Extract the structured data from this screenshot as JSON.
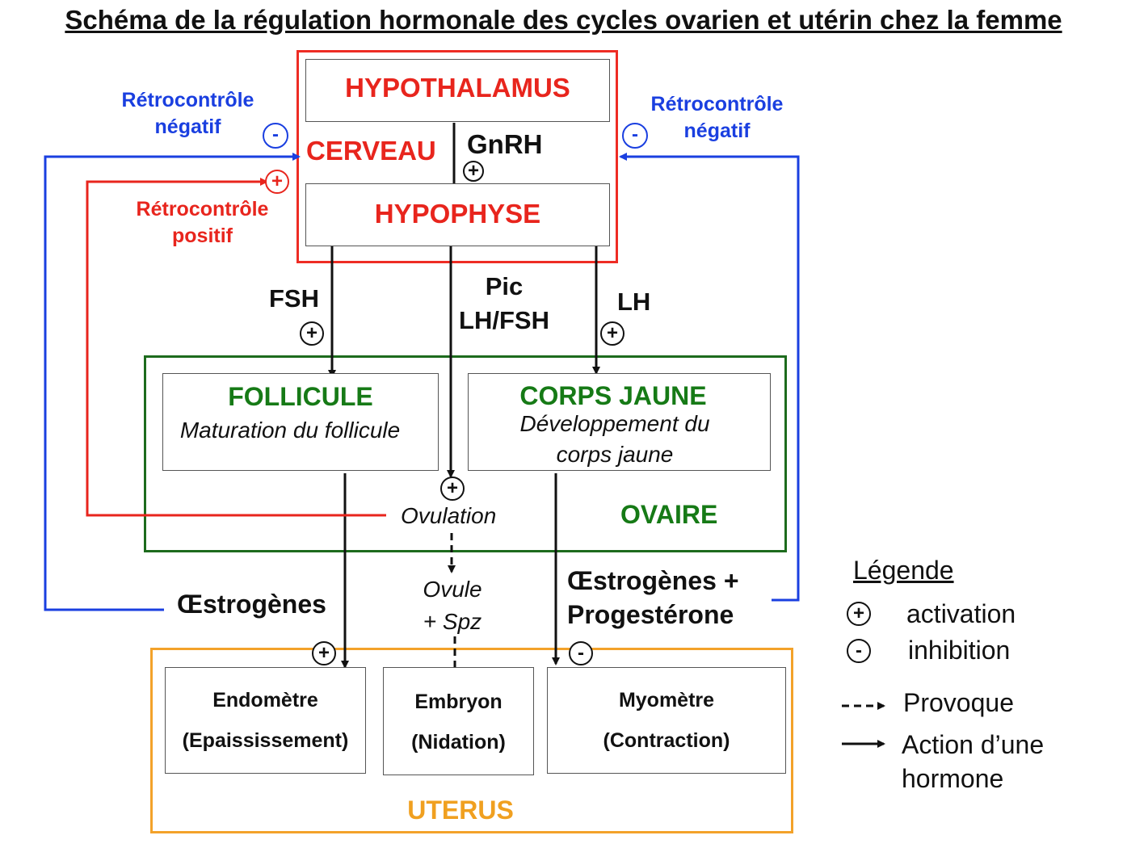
{
  "title": "Schéma de la régulation hormonale des cycles ovarien et utérin chez la femme",
  "brain": {
    "hypothalamus": "HYPOTHALAMUS",
    "cerveau": "CERVEAU",
    "gnrh": "GnRH",
    "hypophyse": "HYPOPHYSE"
  },
  "feedback": {
    "neg_left_line1": "Rétrocontrôle",
    "neg_left_line2": "négatif",
    "neg_right_line1": "Rétrocontrôle",
    "neg_right_line2": "négatif",
    "pos_line1": "Rétrocontrôle",
    "pos_line2": "positif"
  },
  "hormones": {
    "fsh": "FSH",
    "pic_line1": "Pic",
    "pic_line2": "LH/FSH",
    "lh": "LH",
    "oestrogenes": "Œstrogènes",
    "oestro_prog_line1": "Œstrogènes +",
    "oestro_prog_line2": "Progestérone"
  },
  "ovaire": {
    "label": "OVAIRE",
    "follicule_title": "FOLLICULE",
    "follicule_desc": "Maturation du follicule",
    "corps_jaune_title": "CORPS JAUNE",
    "corps_jaune_desc_line1": "Développement du",
    "corps_jaune_desc_line2": "corps jaune",
    "ovulation": "Ovulation"
  },
  "ovule": {
    "line1": "Ovule",
    "line2": "+ Spz"
  },
  "uterus": {
    "label": "UTERUS",
    "endometre_line1": "Endomètre",
    "endometre_line2": "(Epaississement)",
    "embryon_line1": "Embryon",
    "embryon_line2": "(Nidation)",
    "myometre_line1": "Myomètre",
    "myometre_line2": "(Contraction)"
  },
  "signs": {
    "plus": "+",
    "minus": "-"
  },
  "legend": {
    "title": "Légende",
    "activation": "activation",
    "inhibition": "inhibition",
    "provoque": "Provoque",
    "action_line1": "Action d’une",
    "action_line2": "hormone"
  },
  "colors": {
    "brain_frame": "#ee2c24",
    "ovaire_frame": "#1d6b1d",
    "uterus_frame": "#f3a22a",
    "negative_feedback": "#1a3fe0",
    "positive_feedback": "#e8251d"
  }
}
